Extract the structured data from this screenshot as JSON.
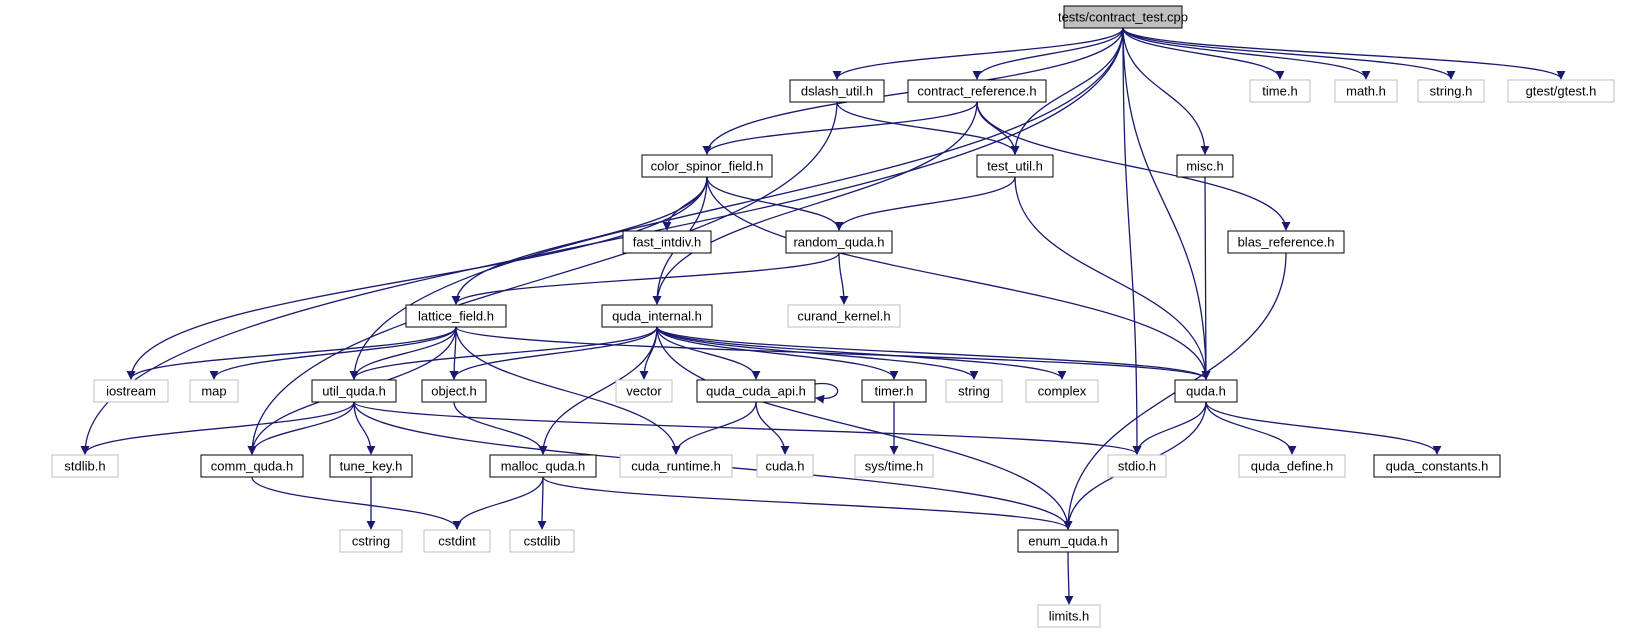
{
  "colors": {
    "edge": "#191970",
    "root_fill": "#bfbfbf",
    "node_border": "#000000",
    "missing_border": "#bfbfbf",
    "node_fill": "#ffffff"
  },
  "nodes": [
    {
      "id": "contract_test",
      "label": "tests/contract_test.cpp",
      "style": "root"
    },
    {
      "id": "dslash_util",
      "label": "dslash_util.h",
      "style": "normal"
    },
    {
      "id": "contract_reference",
      "label": "contract_reference.h",
      "style": "normal"
    },
    {
      "id": "time_h",
      "label": "time.h",
      "style": "missing"
    },
    {
      "id": "math_h",
      "label": "math.h",
      "style": "missing"
    },
    {
      "id": "string_h",
      "label": "string.h",
      "style": "missing"
    },
    {
      "id": "gtest",
      "label": "gtest/gtest.h",
      "style": "missing"
    },
    {
      "id": "color_spinor_field",
      "label": "color_spinor_field.h",
      "style": "normal"
    },
    {
      "id": "test_util",
      "label": "test_util.h",
      "style": "normal"
    },
    {
      "id": "misc",
      "label": "misc.h",
      "style": "normal"
    },
    {
      "id": "fast_intdiv",
      "label": "fast_intdiv.h",
      "style": "normal"
    },
    {
      "id": "random_quda",
      "label": "random_quda.h",
      "style": "normal"
    },
    {
      "id": "blas_reference",
      "label": "blas_reference.h",
      "style": "normal"
    },
    {
      "id": "lattice_field",
      "label": "lattice_field.h",
      "style": "normal"
    },
    {
      "id": "quda_internal",
      "label": "quda_internal.h",
      "style": "normal"
    },
    {
      "id": "curand_kernel",
      "label": "curand_kernel.h",
      "style": "missing"
    },
    {
      "id": "iostream",
      "label": "iostream",
      "style": "missing"
    },
    {
      "id": "map",
      "label": "map",
      "style": "missing"
    },
    {
      "id": "util_quda",
      "label": "util_quda.h",
      "style": "normal"
    },
    {
      "id": "object",
      "label": "object.h",
      "style": "normal"
    },
    {
      "id": "vector",
      "label": "vector",
      "style": "missing"
    },
    {
      "id": "quda_cuda_api",
      "label": "quda_cuda_api.h",
      "style": "normal"
    },
    {
      "id": "timer",
      "label": "timer.h",
      "style": "normal"
    },
    {
      "id": "string",
      "label": "string",
      "style": "missing"
    },
    {
      "id": "complex",
      "label": "complex",
      "style": "missing"
    },
    {
      "id": "quda",
      "label": "quda.h",
      "style": "normal"
    },
    {
      "id": "stdlib",
      "label": "stdlib.h",
      "style": "missing"
    },
    {
      "id": "comm_quda",
      "label": "comm_quda.h",
      "style": "normal"
    },
    {
      "id": "tune_key",
      "label": "tune_key.h",
      "style": "normal"
    },
    {
      "id": "malloc_quda",
      "label": "malloc_quda.h",
      "style": "normal"
    },
    {
      "id": "cuda_runtime",
      "label": "cuda_runtime.h",
      "style": "missing"
    },
    {
      "id": "cuda_h",
      "label": "cuda.h",
      "style": "missing"
    },
    {
      "id": "sys_time",
      "label": "sys/time.h",
      "style": "missing"
    },
    {
      "id": "stdio",
      "label": "stdio.h",
      "style": "missing"
    },
    {
      "id": "quda_define",
      "label": "quda_define.h",
      "style": "missing"
    },
    {
      "id": "quda_constants",
      "label": "quda_constants.h",
      "style": "normal"
    },
    {
      "id": "cstring",
      "label": "cstring",
      "style": "missing"
    },
    {
      "id": "cstdint",
      "label": "cstdint",
      "style": "missing"
    },
    {
      "id": "cstdlib",
      "label": "cstdlib",
      "style": "missing"
    },
    {
      "id": "enum_quda",
      "label": "enum_quda.h",
      "style": "normal"
    },
    {
      "id": "limits",
      "label": "limits.h",
      "style": "missing"
    }
  ],
  "edges": [
    [
      "contract_test",
      "dslash_util"
    ],
    [
      "contract_test",
      "contract_reference"
    ],
    [
      "contract_test",
      "time_h"
    ],
    [
      "contract_test",
      "math_h"
    ],
    [
      "contract_test",
      "string_h"
    ],
    [
      "contract_test",
      "gtest"
    ],
    [
      "contract_test",
      "color_spinor_field"
    ],
    [
      "contract_test",
      "test_util"
    ],
    [
      "contract_test",
      "misc"
    ],
    [
      "contract_test",
      "quda"
    ],
    [
      "contract_test",
      "stdio"
    ],
    [
      "contract_test",
      "util_quda"
    ],
    [
      "contract_test",
      "stdlib"
    ],
    [
      "dslash_util",
      "test_util"
    ],
    [
      "dslash_util",
      "comm_quda"
    ],
    [
      "contract_reference",
      "color_spinor_field"
    ],
    [
      "contract_reference",
      "test_util"
    ],
    [
      "contract_reference",
      "blas_reference"
    ],
    [
      "contract_reference",
      "quda_internal"
    ],
    [
      "color_spinor_field",
      "fast_intdiv"
    ],
    [
      "color_spinor_field",
      "random_quda"
    ],
    [
      "color_spinor_field",
      "lattice_field"
    ],
    [
      "color_spinor_field",
      "quda_internal"
    ],
    [
      "color_spinor_field",
      "iostream"
    ],
    [
      "color_spinor_field",
      "quda"
    ],
    [
      "test_util",
      "random_quda"
    ],
    [
      "test_util",
      "quda"
    ],
    [
      "misc",
      "quda"
    ],
    [
      "random_quda",
      "lattice_field"
    ],
    [
      "random_quda",
      "curand_kernel"
    ],
    [
      "blas_reference",
      "enum_quda"
    ],
    [
      "lattice_field",
      "iostream"
    ],
    [
      "lattice_field",
      "map"
    ],
    [
      "lattice_field",
      "util_quda"
    ],
    [
      "lattice_field",
      "object"
    ],
    [
      "lattice_field",
      "comm_quda"
    ],
    [
      "lattice_field",
      "cuda_runtime"
    ],
    [
      "lattice_field",
      "quda"
    ],
    [
      "quda_internal",
      "util_quda"
    ],
    [
      "quda_internal",
      "object"
    ],
    [
      "quda_internal",
      "vector"
    ],
    [
      "quda_internal",
      "quda_cuda_api"
    ],
    [
      "quda_internal",
      "timer"
    ],
    [
      "quda_internal",
      "string"
    ],
    [
      "quda_internal",
      "complex"
    ],
    [
      "quda_internal",
      "quda"
    ],
    [
      "quda_internal",
      "malloc_quda"
    ],
    [
      "quda_internal",
      "enum_quda"
    ],
    [
      "quda_cuda_api",
      "quda_cuda_api"
    ],
    [
      "quda_cuda_api",
      "cuda_runtime"
    ],
    [
      "quda_cuda_api",
      "cuda_h"
    ],
    [
      "timer",
      "sys_time"
    ],
    [
      "object",
      "malloc_quda"
    ],
    [
      "util_quda",
      "stdlib"
    ],
    [
      "util_quda",
      "comm_quda"
    ],
    [
      "util_quda",
      "tune_key"
    ],
    [
      "util_quda",
      "enum_quda"
    ],
    [
      "util_quda",
      "stdio"
    ],
    [
      "tune_key",
      "cstring"
    ],
    [
      "comm_quda",
      "cstdint"
    ],
    [
      "malloc_quda",
      "cstdint"
    ],
    [
      "malloc_quda",
      "cstdlib"
    ],
    [
      "malloc_quda",
      "enum_quda"
    ],
    [
      "quda",
      "stdio"
    ],
    [
      "quda",
      "quda_define"
    ],
    [
      "quda",
      "quda_constants"
    ],
    [
      "quda",
      "enum_quda"
    ],
    [
      "enum_quda",
      "limits"
    ]
  ]
}
